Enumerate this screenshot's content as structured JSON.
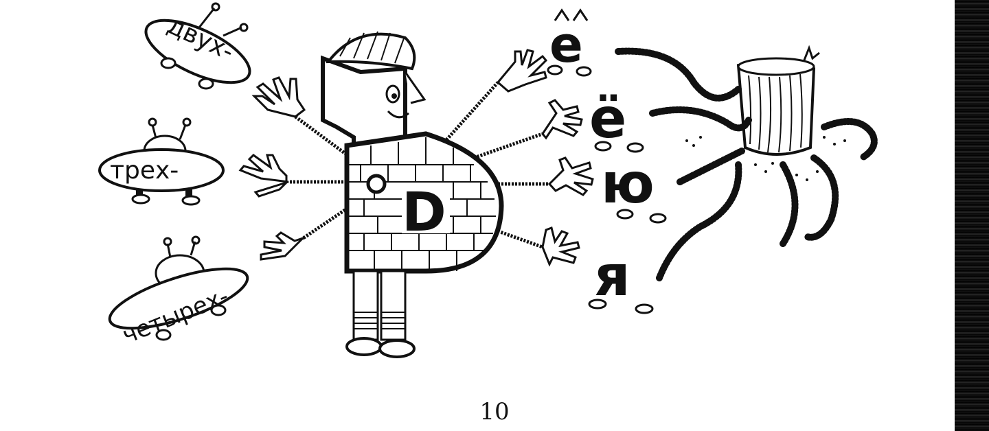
{
  "illustration": {
    "prefixes": [
      {
        "id": "dvuh",
        "text": "двух-"
      },
      {
        "id": "treh",
        "text": "трех-"
      },
      {
        "id": "chetyreh",
        "text": "четырех-"
      }
    ],
    "center_letter": "D",
    "vowels": [
      "е",
      "ё",
      "ю",
      "я"
    ]
  },
  "page_number": "10",
  "colors": {
    "ink": "#111111",
    "paper": "#ffffff"
  }
}
